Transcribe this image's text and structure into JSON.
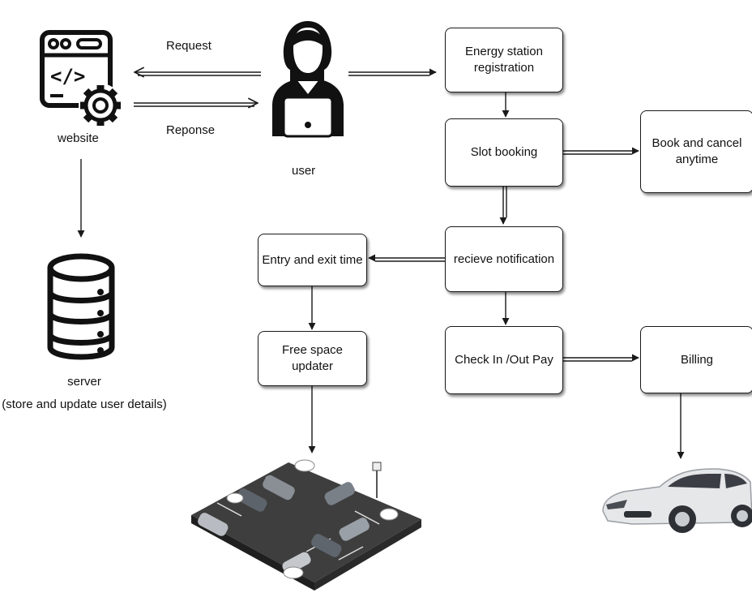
{
  "labels": {
    "request": "Request",
    "response": "Reponse",
    "website": "website",
    "user": "user",
    "server": "server",
    "server_note": "(store and update user details)"
  },
  "boxes": {
    "energy_station": [
      "Energy station",
      "registration"
    ],
    "slot_booking": "Slot booking",
    "book_cancel": [
      "Book  and  cancel",
      "anytime"
    ],
    "receive_notification": "recieve notification",
    "entry_exit": "Entry and exit  time",
    "free_space": "Free space updater",
    "check_in_out": "Check In /Out Pay",
    "billing": "Billing"
  },
  "icons": [
    "website-icon",
    "user-icon",
    "server-icon",
    "parking-lot-illustration",
    "car-illustration"
  ],
  "colors": {
    "stroke": "#1a1a1a",
    "fill": "#ffffff"
  }
}
